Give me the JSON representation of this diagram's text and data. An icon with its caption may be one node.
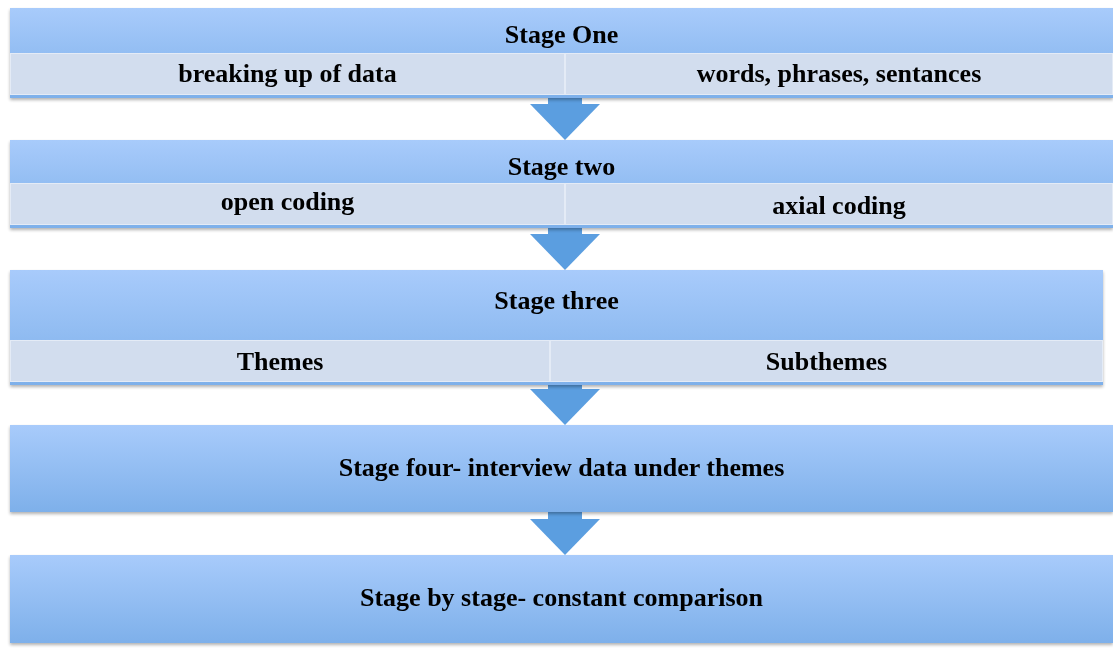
{
  "diagram": {
    "nodes": [
      {
        "text": [
          "Stage One"
        ]
      },
      {
        "text": [
          "breaking up of data"
        ],
        "in": 0
      },
      {
        "text": [
          "words, phrases, sentances"
        ],
        "in": 0
      },
      {
        "text": [
          "Stage two"
        ]
      },
      {
        "text": [
          "open coding"
        ],
        "in": 3
      },
      {
        "text": [
          "axial coding"
        ],
        "in": 3
      },
      {
        "text": [
          "Stage three"
        ]
      },
      {
        "text": [
          "Themes"
        ],
        "in": 6
      },
      {
        "text": [
          "Subthemes"
        ],
        "in": 6
      },
      {
        "text": [
          "Stage four-  interview data under themes"
        ]
      },
      {
        "text": [
          "Stage by stage- constant comparison"
        ]
      }
    ],
    "edges": [
      {
        "from": 0,
        "to": 3,
        "arrow": "to"
      },
      {
        "from": 3,
        "to": 6,
        "arrow": "to"
      },
      {
        "from": 6,
        "to": 9,
        "arrow": "to"
      },
      {
        "from": 9,
        "to": 10,
        "arrow": "to"
      }
    ]
  }
}
